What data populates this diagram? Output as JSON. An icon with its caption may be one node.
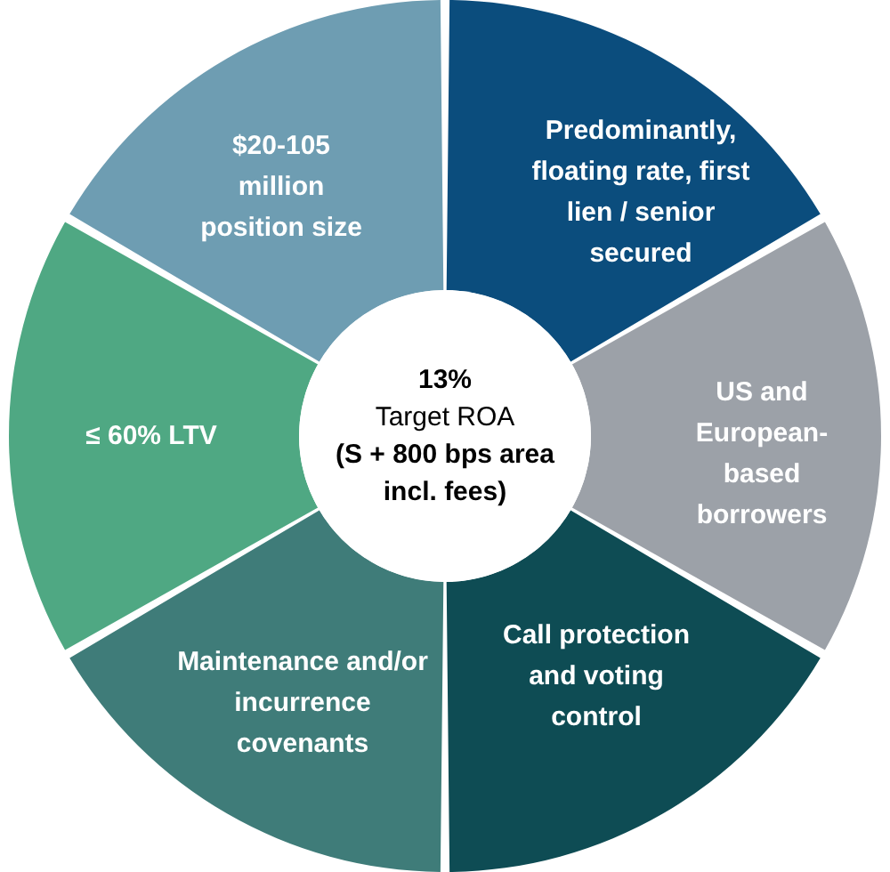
{
  "diagram": {
    "nodes": [
      {
        "text": [
          "Predominantly, floating rate, first lien / senior secured"
        ]
      },
      {
        "text": [
          "US and European-based borrowers"
        ]
      },
      {
        "text": [
          "Call protection and voting control"
        ]
      },
      {
        "text": [
          "Maintenance and/or incurrence covenants"
        ]
      },
      {
        "text": [
          "≤ 60% LTV"
        ]
      },
      {
        "text": [
          "$20-105 million position size"
        ]
      },
      {
        "text": [
          "13%",
          "Target ROA",
          "(S + 800 bps area incl. fees)"
        ]
      }
    ]
  }
}
